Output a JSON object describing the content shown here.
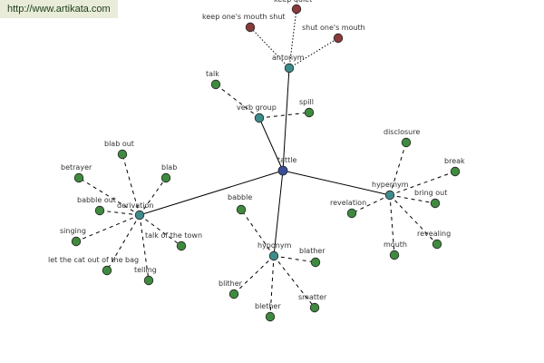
{
  "watermark": "http://www.artikata.com",
  "colors": {
    "center": "#3b4d9a",
    "relation": "#3e8c8a",
    "synonym": "#3f8a3f",
    "antonym": "#8b3a3a"
  },
  "graph": {
    "center": {
      "id": "tattle",
      "label": "tattle"
    },
    "relations": [
      {
        "id": "antonym",
        "label": "antonym",
        "edge_style": "dotted",
        "children": [
          {
            "label": "keep quiet",
            "kind": "antonym"
          },
          {
            "label": "keep one's mouth shut",
            "kind": "antonym"
          },
          {
            "label": "shut one's mouth",
            "kind": "antonym"
          }
        ]
      },
      {
        "id": "verb-group",
        "label": "verb group",
        "edge_style": "dashed",
        "children": [
          {
            "label": "talk",
            "kind": "synonym"
          },
          {
            "label": "spill",
            "kind": "synonym"
          }
        ]
      },
      {
        "id": "derivation",
        "label": "derivation",
        "edge_style": "dashed",
        "children": [
          {
            "label": "blab out",
            "kind": "synonym"
          },
          {
            "label": "betrayer",
            "kind": "synonym"
          },
          {
            "label": "blab",
            "kind": "synonym"
          },
          {
            "label": "babble out",
            "kind": "synonym"
          },
          {
            "label": "singing",
            "kind": "synonym"
          },
          {
            "label": "let the cat out of the bag",
            "kind": "synonym"
          },
          {
            "label": "telling",
            "kind": "synonym"
          },
          {
            "label": "talk of the town",
            "kind": "synonym"
          }
        ]
      },
      {
        "id": "hyponym",
        "label": "hyponym",
        "edge_style": "dashed",
        "children": [
          {
            "label": "babble",
            "kind": "synonym"
          },
          {
            "label": "blather",
            "kind": "synonym"
          },
          {
            "label": "blither",
            "kind": "synonym"
          },
          {
            "label": "blether",
            "kind": "synonym"
          },
          {
            "label": "smatter",
            "kind": "synonym"
          }
        ]
      },
      {
        "id": "hypernym",
        "label": "hypernym",
        "edge_style": "dashed",
        "children": [
          {
            "label": "disclosure",
            "kind": "synonym"
          },
          {
            "label": "break",
            "kind": "synonym"
          },
          {
            "label": "bring out",
            "kind": "synonym"
          },
          {
            "label": "revelation",
            "kind": "synonym"
          },
          {
            "label": "revealing",
            "kind": "synonym"
          },
          {
            "label": "mouth",
            "kind": "synonym"
          }
        ]
      }
    ]
  }
}
